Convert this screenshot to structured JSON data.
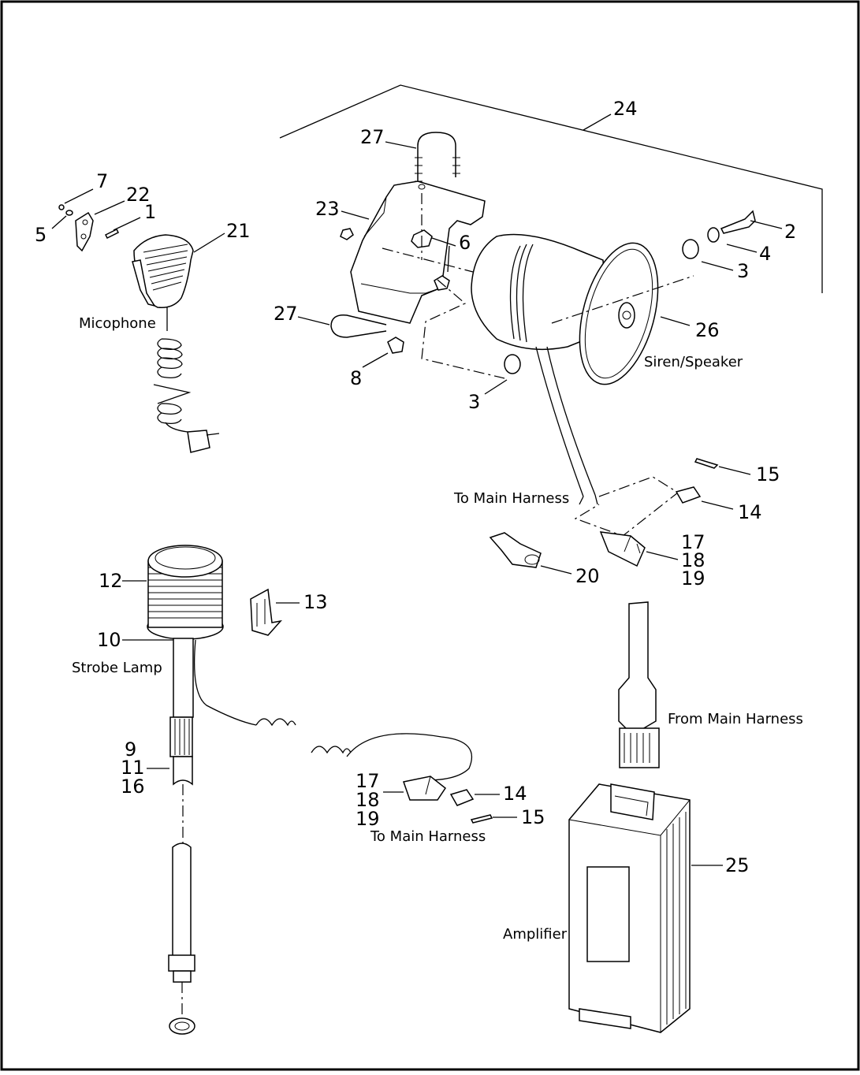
{
  "diagram": {
    "part_numbers": {
      "n1": "1",
      "n2": "2",
      "n3a": "3",
      "n3b": "3",
      "n4": "4",
      "n5": "5",
      "n6": "6",
      "n7": "7",
      "n8": "8",
      "n9": "9",
      "n10": "10",
      "n11": "11",
      "n12": "12",
      "n13": "13",
      "n14a": "14",
      "n14b": "14",
      "n15a": "15",
      "n15b": "15",
      "n16": "16",
      "n17a": "17",
      "n17b": "17",
      "n18a": "18",
      "n18b": "18",
      "n19a": "19",
      "n19b": "19",
      "n20": "20",
      "n21": "21",
      "n22": "22",
      "n23": "23",
      "n24": "24",
      "n25": "25",
      "n26": "26",
      "n27a": "27",
      "n27b": "27"
    },
    "captions": {
      "microphone": "Micophone",
      "siren_speaker": "Siren/Speaker",
      "to_main_harness_top": "To Main Harness",
      "strobe_lamp": "Strobe Lamp",
      "from_main_harness": "From Main Harness",
      "to_main_harness_bottom": "To Main Harness",
      "amplifier": "Amplifier"
    }
  }
}
